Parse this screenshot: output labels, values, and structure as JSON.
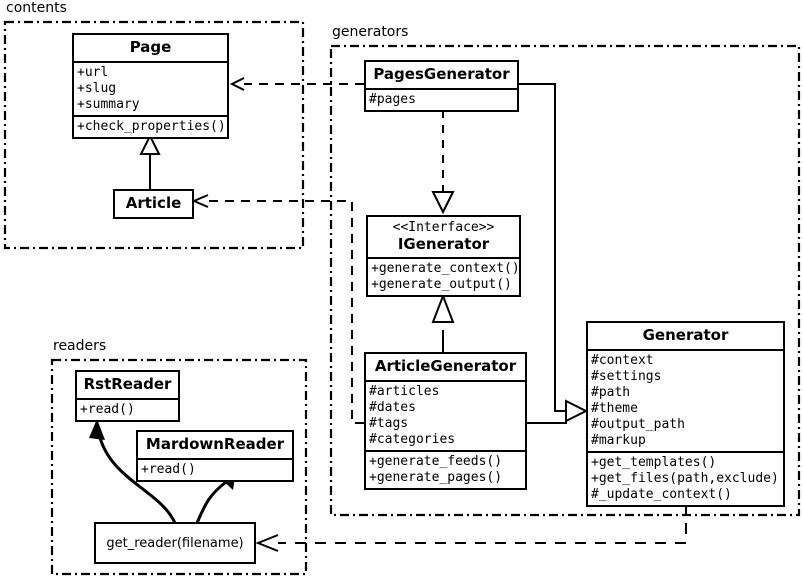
{
  "diagram": {
    "type": "uml-class-diagram",
    "packages": [
      {
        "id": "contents",
        "label": "contents"
      },
      {
        "id": "generators",
        "label": "generators"
      },
      {
        "id": "readers",
        "label": "readers"
      }
    ],
    "classes": {
      "page": {
        "name": "Page",
        "attributes": [
          "+url",
          "+slug",
          "+summary"
        ],
        "methods": [
          "+check_properties()"
        ]
      },
      "article": {
        "name": "Article",
        "attributes": [],
        "methods": []
      },
      "pages_generator": {
        "name": "PagesGenerator",
        "attributes": [
          "#pages"
        ],
        "methods": []
      },
      "igenerator": {
        "stereotype": "<<Interface>>",
        "name": "IGenerator",
        "attributes": [],
        "methods": [
          "+generate_context()",
          "+generate_output()"
        ]
      },
      "article_generator": {
        "name": "ArticleGenerator",
        "attributes": [
          "#articles",
          "#dates",
          "#tags",
          "#categories"
        ],
        "methods": [
          "+generate_feeds()",
          "+generate_pages()"
        ]
      },
      "generator": {
        "name": "Generator",
        "attributes": [
          "#context",
          "#settings",
          "#path",
          "#theme",
          "#output_path",
          "#markup"
        ],
        "methods": [
          "+get_templates()",
          "+get_files(path,exclude)",
          "#_update_context()"
        ]
      },
      "rst_reader": {
        "name": "RstReader",
        "attributes": [],
        "methods": [
          "+read()"
        ]
      },
      "mardown_reader": {
        "name": "MardownReader",
        "attributes": [],
        "methods": [
          "+read()"
        ]
      },
      "get_reader": {
        "name": "get_reader(filename)"
      }
    },
    "relations": [
      {
        "from": "article",
        "to": "page",
        "kind": "generalization"
      },
      {
        "from": "pages_generator",
        "to": "igenerator",
        "kind": "realization"
      },
      {
        "from": "article_generator",
        "to": "igenerator",
        "kind": "generalization"
      },
      {
        "from": "pages_generator",
        "to": "generator",
        "kind": "generalization"
      },
      {
        "from": "article_generator",
        "to": "generator",
        "kind": "generalization"
      },
      {
        "from": "pages_generator",
        "to": "page",
        "kind": "dependency"
      },
      {
        "from": "article_generator",
        "to": "article",
        "kind": "dependency"
      },
      {
        "from": "generator",
        "to": "get_reader",
        "kind": "dependency"
      },
      {
        "from": "get_reader",
        "to": "rst_reader",
        "kind": "call"
      },
      {
        "from": "get_reader",
        "to": "mardown_reader",
        "kind": "call"
      }
    ],
    "colors": {
      "stroke": "#000000",
      "fill": "#ffffff"
    }
  }
}
